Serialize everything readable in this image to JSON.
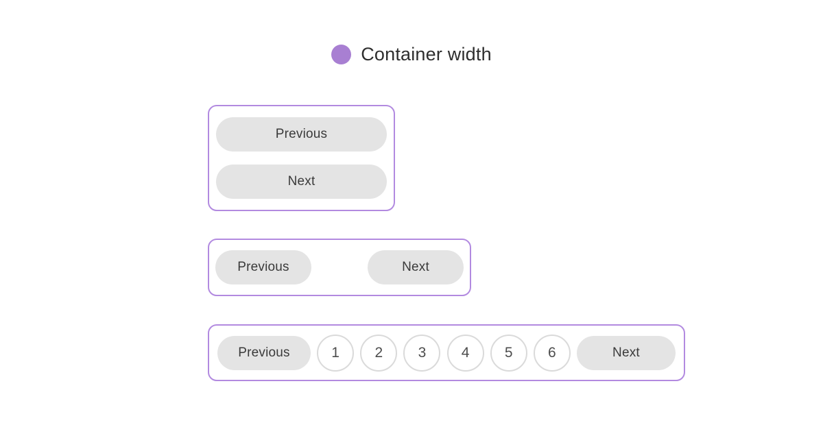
{
  "legend": {
    "label": "Container width",
    "dot_color": "#a87fd2"
  },
  "colors": {
    "container_border": "#b28ae0",
    "button_background": "#e4e4e4",
    "button_text": "#3a3a3a",
    "page_circle_border": "#dadada",
    "page_circle_text": "#4d4d4d",
    "page_background": "#ffffff"
  },
  "pagination_narrow": {
    "previous_label": "Previous",
    "next_label": "Next"
  },
  "pagination_medium": {
    "previous_label": "Previous",
    "next_label": "Next"
  },
  "pagination_wide": {
    "previous_label": "Previous",
    "next_label": "Next",
    "pages": [
      "1",
      "2",
      "3",
      "4",
      "5",
      "6"
    ]
  }
}
